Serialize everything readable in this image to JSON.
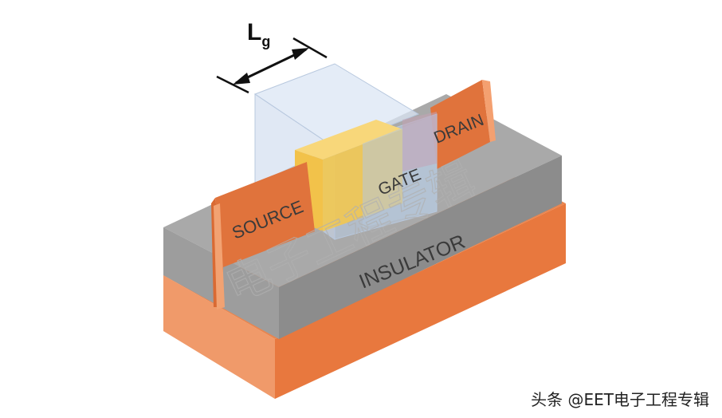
{
  "labels": {
    "gate_length_main": "L",
    "gate_length_sub": "g",
    "source": "SOURCE",
    "drain": "DRAIN",
    "gate": "GATE",
    "insulator": "INSULATOR"
  },
  "watermarks": {
    "diagonal": "电子工程专辑",
    "footer": "头条 @EET电子工程专辑"
  },
  "colors": {
    "substrate_orange": "#e8783e",
    "substrate_light": "#f09a6a",
    "insulator_top": "#a9a9a9",
    "insulator_front": "#8c8c8c",
    "source_drain": "#e0733c",
    "gate_yellow": "#f5c84a",
    "gate_box": "#c8d8ec"
  }
}
